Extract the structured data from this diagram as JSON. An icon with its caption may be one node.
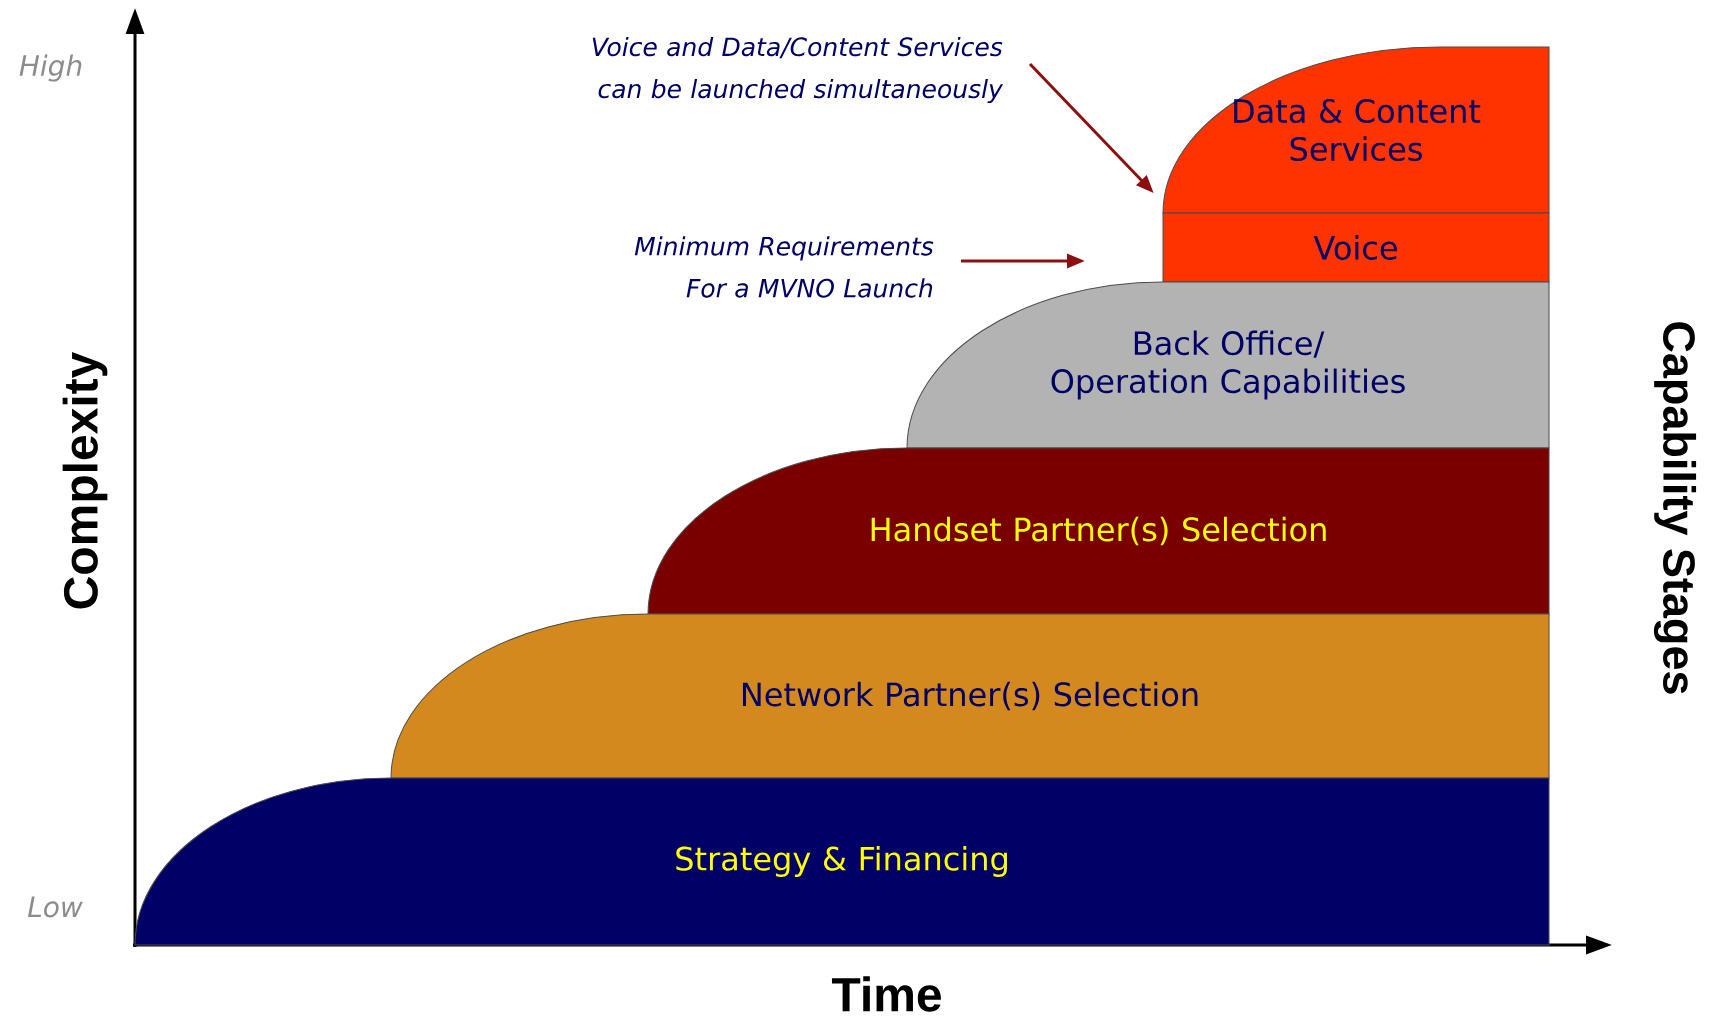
{
  "diagram": {
    "nodes": [
      {
        "text": [
          "Voice and Data/Content Services can be launched simultaneously"
        ]
      },
      {
        "text": [
          "Data & Content Services"
        ]
      },
      {
        "text": [
          "Minimum Requirements For a MVNO Launch"
        ]
      },
      {
        "text": [
          "Voice"
        ]
      },
      {
        "text": [
          "Back Office/ Operation Capabilities"
        ]
      },
      {
        "text": [
          "Handset Partner(s) Selection"
        ]
      },
      {
        "text": [
          "Network Partner(s) Selection"
        ]
      },
      {
        "text": [
          "Strategy & Financing"
        ]
      }
    ],
    "edges": [
      {
        "from": 0,
        "to": 1,
        "arrow": "to"
      },
      {
        "from": 2,
        "to": null,
        "arrow": "to"
      }
    ],
    "labels": [
      "High",
      "Low",
      "Complexity",
      "Time",
      "Capability Stages"
    ]
  }
}
